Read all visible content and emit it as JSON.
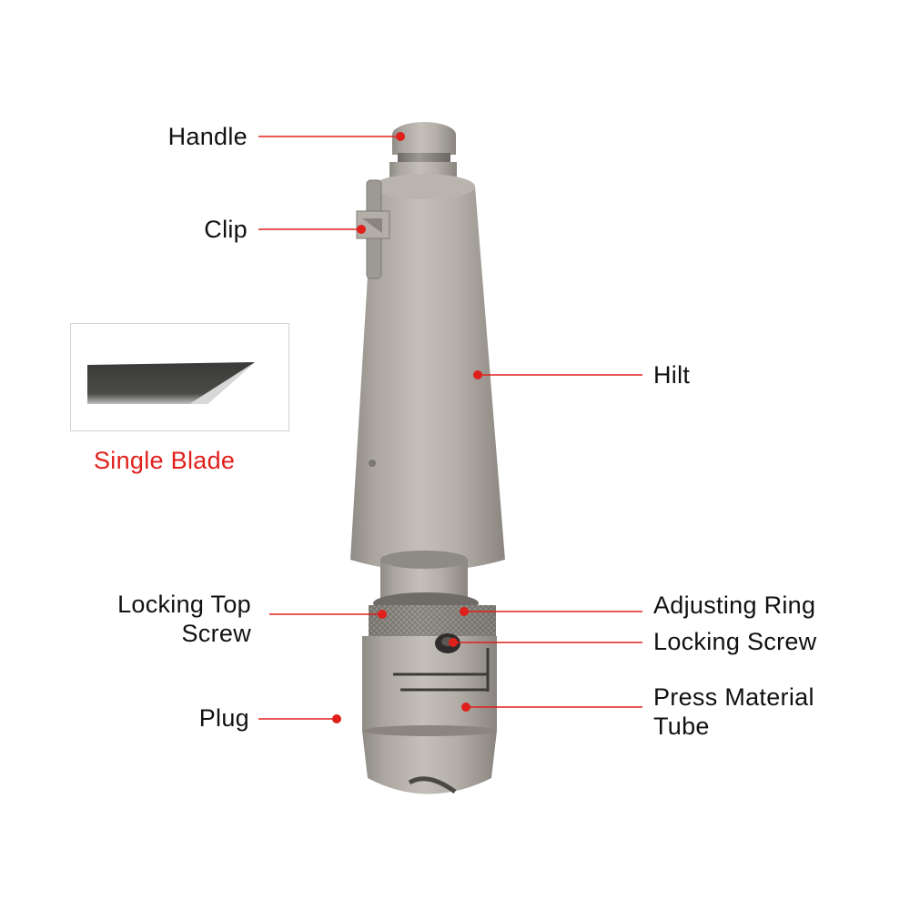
{
  "labels": {
    "handle": "Handle",
    "clip": "Clip",
    "hilt": "Hilt",
    "single_blade": "Single Blade",
    "locking_top_screw_line1": "Locking Top",
    "locking_top_screw_line2": "Screw",
    "adjusting_ring": "Adjusting Ring",
    "locking_screw": "Locking Screw",
    "plug": "Plug",
    "press_material_tube_line1": "Press Material",
    "press_material_tube_line2": "Tube"
  },
  "colors": {
    "accent_red": "#e0201b",
    "text": "#111111",
    "metal": "#a8a49e"
  }
}
